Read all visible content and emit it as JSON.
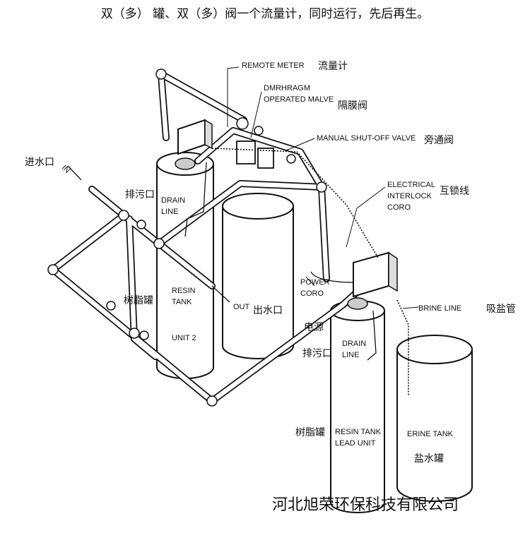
{
  "title": "双（多） 罐、双（多）阀一个流量计，同时运行，先后再生。",
  "labels": {
    "remote_meter_en": "REMOTE METER",
    "remote_meter_zh": "流量计",
    "diaphragm_en_1": "DMRHRAGM",
    "diaphragm_en_2": "OPERATED MALVE",
    "diaphragm_zh": "隔膜阀",
    "manual_valve_en": "MANUAL SHUT-OFF VALVE",
    "manual_valve_zh": "旁通阀",
    "interlock_en_1": "ELECTRICAL",
    "interlock_en_2": "INTERLOCK",
    "interlock_en_3": "CORO",
    "interlock_zh": "互锁线",
    "inlet_zh": "进水口",
    "inlet_en": "IN",
    "drain_top_zh": "排污口",
    "drain_line_left_1": "DRAIN",
    "drain_line_left_2": "LINE",
    "resin_left_zh": "树脂罐",
    "resin_left_en_1": "RESIN",
    "resin_left_en_2": "TANK",
    "resin_left_en_3": "UNIT 2",
    "outlet_en": "OUT",
    "outlet_zh": "出水口",
    "power_en_1": "POWER",
    "power_en_2": "CORO",
    "power_zh": "电源",
    "drain_bottom_zh": "排污口",
    "drain_line_right_1": "DRAIN",
    "drain_line_right_2": "LINE",
    "brine_line_en": "BRINE LINE",
    "brine_line_zh": "吸盐管",
    "resin_right_zh": "树脂罐",
    "resin_right_en_1": "RESIN TANK",
    "resin_right_en_2": "LEAD UNIT",
    "brine_tank_en": "ERINE TANK",
    "brine_tank_zh": "盐水罐"
  },
  "footer": "河北旭荣环保科技有限公司"
}
